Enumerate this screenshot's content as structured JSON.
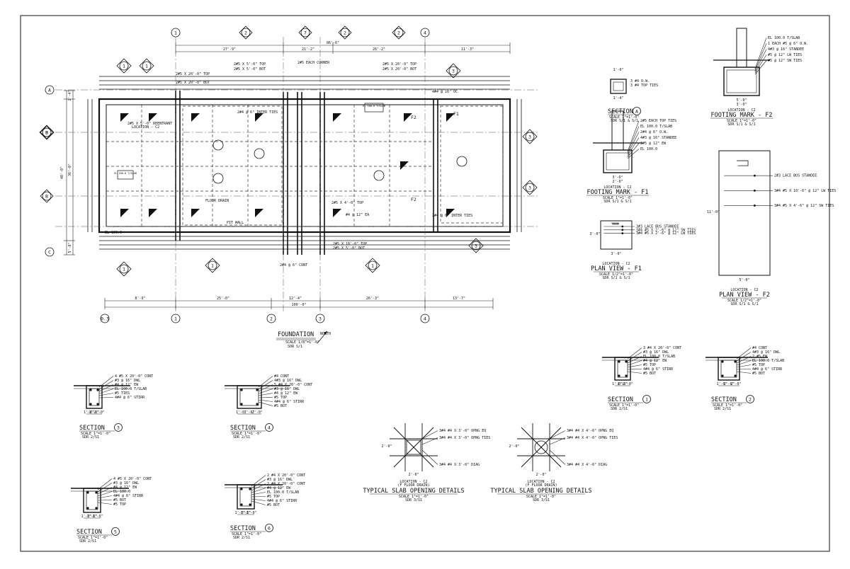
{
  "plan": {
    "title": "FOUNDATION",
    "scale": "SCALE 1/8\"=1'-0\"",
    "ref": "SDR S/1",
    "north_label": "NORTH",
    "grid_top": [
      "1",
      "2",
      "7",
      "2",
      "2",
      "4"
    ],
    "grid_left": [
      "A",
      "B",
      "B",
      "C"
    ],
    "grid_bottom": [
      "0.3",
      "1",
      "2",
      "3",
      "4"
    ],
    "top_dims": [
      "27'-9\"",
      "21'-2\"",
      "26'-2\"",
      "11'-3\""
    ],
    "overall_top_dim": "86'-6\"",
    "bottom_dims": [
      "8'-9\"",
      "25'-0\"",
      "12'-4\"",
      "26'-3\"",
      "13'-7\""
    ],
    "overall_bottom_dim": "100'-0\"",
    "left_dims": [
      "2'-4\"",
      "36'-0\"",
      "5'-8\""
    ],
    "overall_left_dim": "40'-0\"",
    "section_refs": [
      "1",
      "1",
      "1",
      "1",
      "1",
      "3",
      "3",
      "3",
      "3",
      "3"
    ],
    "slab_tags": [
      "EL 100.0 T/SLAB",
      "EL 100.0 T/SLAB"
    ],
    "notes": [
      "2#5 X 20'-0\" TOP",
      "2#5 X 20'-0\" BOT",
      "2#5 X 5'-0\" TOP",
      "2#5 X 5'-0\" BOT",
      "2#4 @ 6\" CONT",
      "2#5 X 5'-0\" REENTRANT",
      "LOCATION - C2",
      "FLOOR DRAIN",
      "2#4 @ 6\" INTER TIES",
      "F2",
      "F1",
      "2#5 EACH CORNER",
      "4#4 @ 16\" OC",
      "2#5 X 4'-0\" TOP",
      "PIT WALL",
      "#4 @ 12\" EA",
      "2#5 X 16'-0\" TOP",
      "2#5 X 5'-0\" BOT",
      "EL 100.0"
    ]
  },
  "sections": [
    {
      "num": "3",
      "label": "SECTION",
      "scale": "SCALE 1\"=1'-0\"",
      "ref": "SDR 2/S1",
      "notes": [
        "4 #5 X 20'-0\" CONT",
        "#3 @ 16\" DWL",
        "#4 @ 12\" EW",
        "EL 100.0 T/SLAB",
        "#5 TIES",
        "4#4 @ 6\" STIRR"
      ],
      "dims": [
        "1'-0\"",
        "1'-6\"",
        "2'-0\""
      ]
    },
    {
      "num": "4",
      "label": "SECTION",
      "scale": "SCALE 1\"=1'-0\"",
      "ref": "SDR 2/S1",
      "notes": [
        "#4 CONT",
        "4#3 @ 16\" DWL",
        "5 #4 X 20'-0\" CONT",
        "#3 @ 16\" DWL",
        "#4 @ 12\" EW",
        "#5 TOP",
        "4#4 @ 6\" STIRR",
        "#5 BOT"
      ],
      "dims": [
        "1'-0\"",
        "1'-6\"",
        "2'-0\""
      ]
    },
    {
      "num": "5",
      "label": "SECTION",
      "scale": "SCALE 1\"=1'-0\"",
      "ref": "SDR 2/S1",
      "notes": [
        "4 #5 X 20'-0\" CONT",
        "#3 @ 16\" DWL",
        "#4 @ 12\" EW",
        "EL 100.0",
        "4#4 @ 6\" STIRR",
        "#5 BOT",
        "#5 TOP"
      ],
      "dims": [
        "1'-0\"",
        "1'-6\"",
        "2'-0\""
      ]
    },
    {
      "num": "6",
      "label": "SECTION",
      "scale": "SCALE 1\"=1'-0\"",
      "ref": "SDR 2/S1",
      "notes": [
        "2 #4 X 20'-0\" CONT",
        "#3 @ 16\" DWL",
        "2 #4 X 20'-0\" CONT",
        "#4 @ 12\" EW",
        "EL 100.0 T/SLAB",
        "#5 TOP",
        "4#4 @ 6\" STIRR",
        "#5 BOT"
      ],
      "dims": [
        "1'-0\"",
        "1'-6\"",
        "2'-0\""
      ]
    },
    {
      "num": "1",
      "label": "SECTION",
      "scale": "SCALE 1\"=1'-0\"",
      "ref": "SDR 2/S1",
      "notes": [
        "3 #4 X 20'-0\" CONT",
        "#3 @ 16\" DWL",
        "EL 100.0 T/SLAB",
        "#4 @ 12\" EW",
        "#5 TOP",
        "4#4 @ 6\" STIRR",
        "#5 BOT"
      ],
      "dims": [
        "1'-0\"",
        "1'-6\"",
        "2'-0\""
      ]
    },
    {
      "num": "2",
      "label": "SECTION",
      "scale": "SCALE 1\"=1'-0\"",
      "ref": "SDR 2/S1",
      "notes": [
        "#4 CONT",
        "4#3 @ 16\" DWL",
        "2 #5 EW",
        "EL 100.0 T/SLAB",
        "#5 TOP",
        "4#4 @ 6\" STIRR",
        "#5 BOT"
      ],
      "dims": [
        "1'-0\"",
        "1'-6\"",
        "2'-0\""
      ]
    },
    {
      "num": "A",
      "label": "SECTION",
      "scale": "SCALE 1\"=1'-0\"",
      "ref": "SDR S/1 & S/1",
      "notes": [
        "3 #4 O.W.",
        "3 #4 TOP TIES"
      ],
      "dims": [
        "1'-0\"",
        "1'-4\""
      ]
    }
  ],
  "footings": [
    {
      "label": "FOOTING MARK - F1",
      "location": "LOCATION - C2",
      "scale": "SCALE 1\"=1'-0\"",
      "ref": "SDR S/1 & S/1",
      "notes": [
        "2#5 EACH TOP TIES",
        "EL 100.0 T/SLAB",
        "2#4 @ 6\" O.W.",
        "4#3 @ 16\" STANDEE",
        "3#5 @ 12\" EW",
        "EL 100.0"
      ],
      "dims": [
        "3'-0\"",
        "2'-0\""
      ]
    },
    {
      "label": "FOOTING MARK - F2",
      "location": "LOCATION - C2",
      "scale": "SCALE 1\"=1'-0\"",
      "ref": "SDR S/1 & S/1",
      "notes": [
        "EL 100.0 T/SLAB",
        "1 EACH #5 @ 6\" O.W.",
        "4#3 @ 16\" STANDEE",
        "#5 @ 12\" LW TIES",
        "#5 @ 12\" SW TIES"
      ],
      "dims": [
        "5'-0\"",
        "3'-0\""
      ]
    }
  ],
  "plan_views": [
    {
      "label": "PLAN VIEW - F1",
      "location": "LOCATION - C2",
      "scale": "SCALE 1/2\"=1'-0\"",
      "ref": "SDR S/1 & S/1",
      "notes": [
        "3#3 LACE BUS STANDEE",
        "3#4 #5 X 2'-6\" @ 12\" SW TIES",
        "3#4 #5 X 2'-6\" @ 12\" LW TIES"
      ],
      "dims": [
        "3'-0\"",
        "3'-0\""
      ]
    },
    {
      "label": "PLAN VIEW - F2",
      "location": "LOCATION - C2",
      "scale": "SCALE 1/2\"=1'-0\"",
      "ref": "SDR S/1 & S/1",
      "notes": [
        "2#3 LACE BUS STANDEE",
        "3#4 #5 X 10'-6\" @ 12\" LW TIES",
        "3#4 #5 X 4'-6\" @ 12\" SW TIES"
      ],
      "dims": [
        "5'-0\"",
        "11'-0\""
      ]
    }
  ],
  "opening_details": [
    {
      "label": "TYPICAL SLAB OPENING DETAILS",
      "location": "LOCATION - C2",
      "sub": "(F FLOOR DRAIN)",
      "scale": "SCALE 1\"=1'-0\"",
      "ref": "SDR 3/S1",
      "notes": [
        "3#4 #4 X 3'-0\" OPNG EQ",
        "3#4 #4 X 3'-0\" OPNG TIES",
        "3#4 #4 X 3'-0\" DIAG"
      ],
      "dims": [
        "2'-0\"",
        "2'-0\""
      ]
    },
    {
      "label": "TYPICAL SLAB OPENING DETAILS",
      "location": "LOCATION - C2",
      "sub": "(F FLOOR DRAIN)",
      "scale": "SCALE 1\"=1'-0\"",
      "ref": "SDR 3/S1",
      "notes": [
        "3#4 #4 X 4'-6\" OPNG EQ",
        "3#4 #4 X 4'-6\" OPNG TIES",
        "3#4 #4 X 4'-6\" DIAG"
      ],
      "dims": [
        "2'-0\"",
        "2'-0\""
      ]
    }
  ]
}
